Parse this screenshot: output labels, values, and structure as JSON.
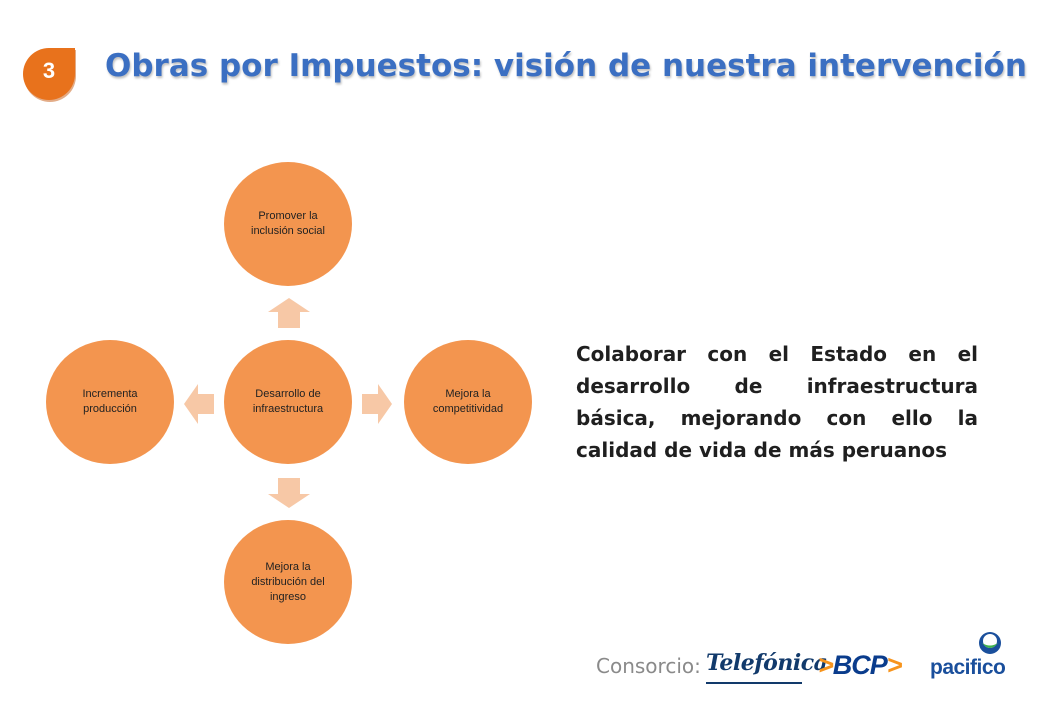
{
  "header": {
    "badge_number": "3",
    "title": "Obras por Impuestos: visión de nuestra intervención"
  },
  "diagram": {
    "center": "Desarrollo de infraestructura",
    "top": "Promover la inclusión social",
    "right": "Mejora la competitividad",
    "bottom": "Mejora la distribución del ingreso",
    "left": "Incrementa producción"
  },
  "statement": "Colaborar con el Estado en el desarrollo de infraestructura básica, mejorando con ello la calidad de vida de más peruanos",
  "footer": {
    "consortium_label": "Consorcio:",
    "logos": {
      "telefonica": "Telefónica",
      "bcp": "BCP",
      "pacifico": "pacifico"
    }
  },
  "colors": {
    "title": "#3b6fc2",
    "badge": "#e8721c",
    "circle": "#f3954f",
    "arrow": "#f7c8a6"
  }
}
